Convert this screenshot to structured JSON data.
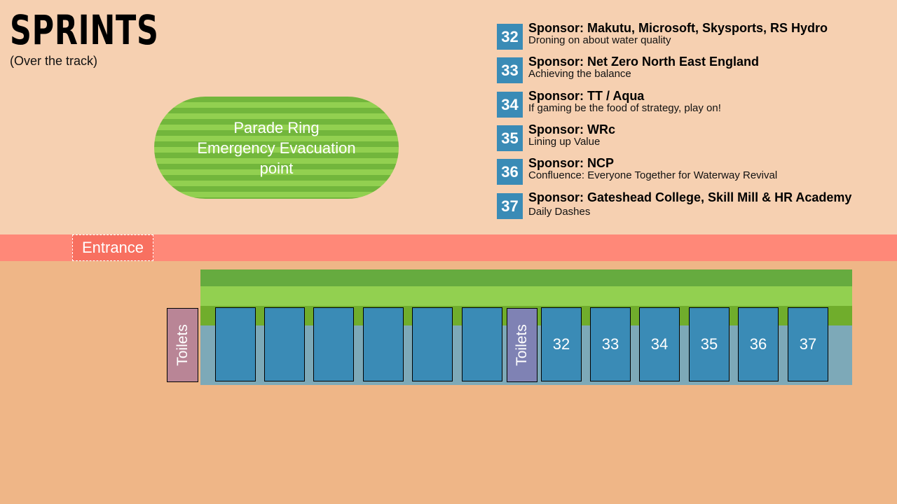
{
  "header": {
    "title": "SPRINTS",
    "subtitle": "(Over the track)"
  },
  "parade_ring": {
    "lines": [
      "Parade Ring",
      "Emergency Evacuation",
      "point"
    ]
  },
  "sponsors": [
    {
      "number": "32",
      "name": "Sponsor: Makutu, Microsoft, Skysports, RS Hydro",
      "description": "Droning on about water quality"
    },
    {
      "number": "33",
      "name": "Sponsor: Net Zero North East England",
      "description": "Achieving the balance"
    },
    {
      "number": "34",
      "name": "Sponsor: TT / Aqua",
      "description": "If gaming be the food of strategy, play on!"
    },
    {
      "number": "35",
      "name": "Sponsor: WRc",
      "description": "Lining up Value"
    },
    {
      "number": "36",
      "name": "Sponsor: NCP",
      "description": "Confluence: Everyone Together for Waterway Revival"
    },
    {
      "number": "37",
      "name": "Sponsor: Gateshead College, Skill Mill & HR Academy",
      "description": "Daily Dashes"
    }
  ],
  "entrance": {
    "label": "Entrance"
  },
  "toilets": [
    {
      "label": "Toilets"
    },
    {
      "label": "Toilets"
    }
  ],
  "booths": [
    {
      "label": ""
    },
    {
      "label": ""
    },
    {
      "label": ""
    },
    {
      "label": ""
    },
    {
      "label": ""
    },
    {
      "label": ""
    },
    {
      "label": "32"
    },
    {
      "label": "33"
    },
    {
      "label": "34"
    },
    {
      "label": "35"
    },
    {
      "label": "36"
    },
    {
      "label": "37"
    }
  ],
  "colors": {
    "badge": "#3a8bb6",
    "booth": "#3a8bb6",
    "road": "#ff8878",
    "entrance": "#f87060",
    "grass_dark": "#72b63c",
    "grass_light": "#92d050",
    "toilet_left": "#b98596",
    "toilet_mid": "#7f82b4"
  }
}
